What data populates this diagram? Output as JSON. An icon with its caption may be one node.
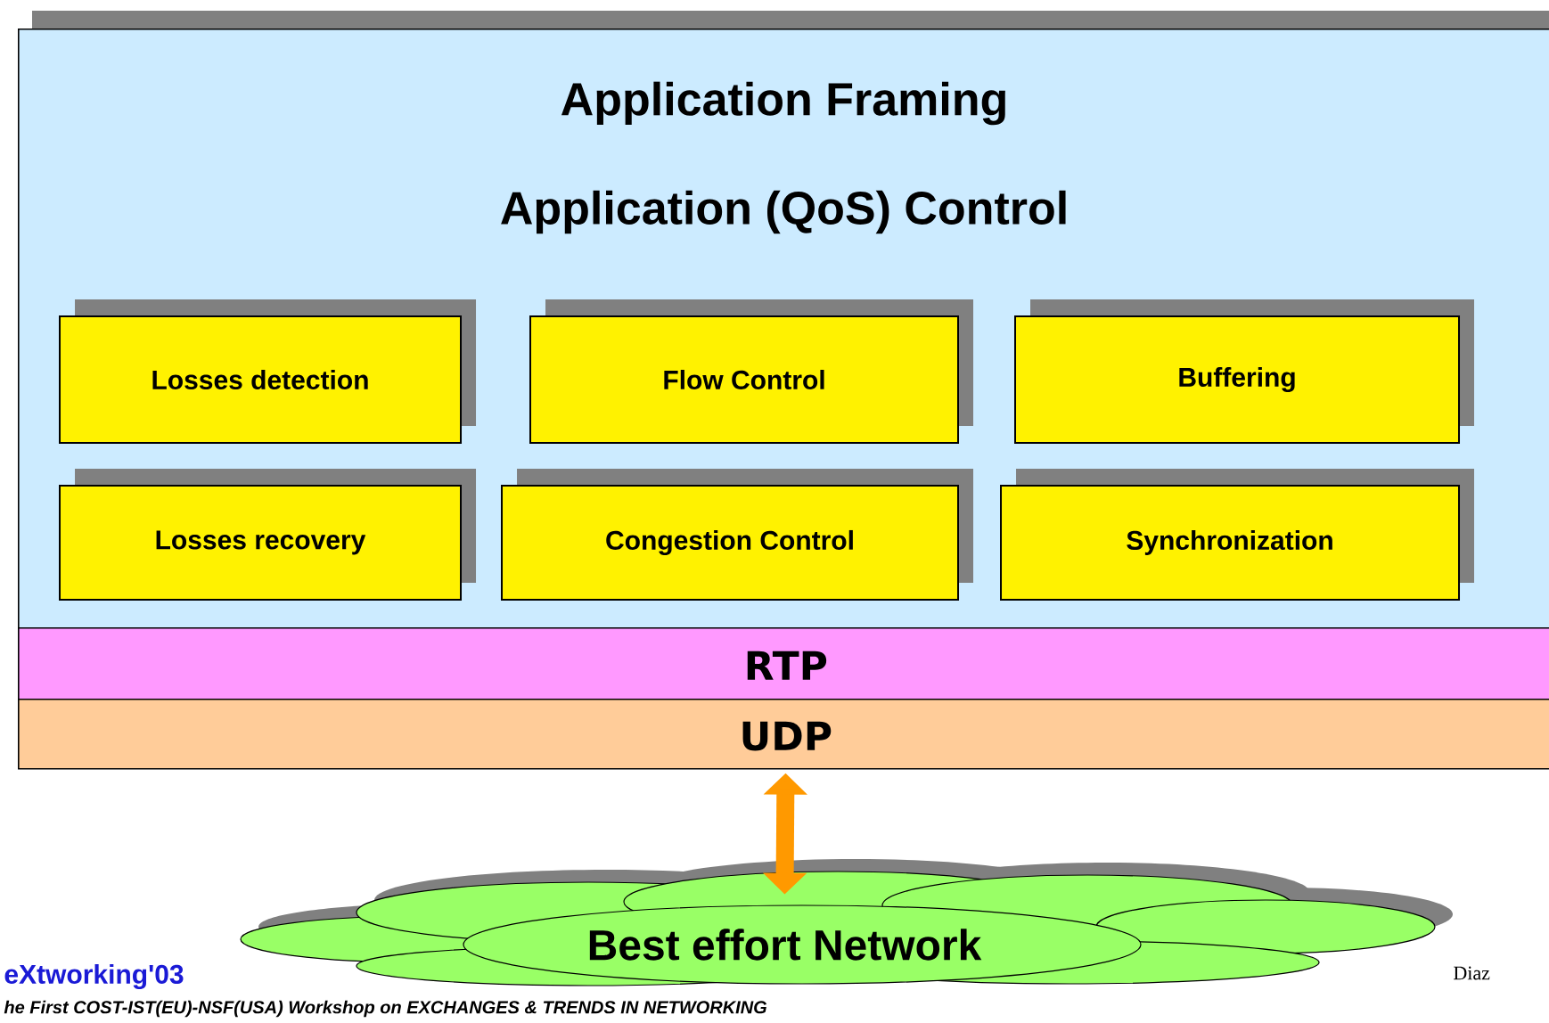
{
  "diagram": {
    "nodes": [
      {
        "text": [
          "Application Framing",
          "Application (QoS) Control"
        ]
      },
      {
        "text": [
          "Losses detection"
        ],
        "in": 0
      },
      {
        "text": [
          "Flow Control"
        ],
        "in": 0
      },
      {
        "text": [
          "Buffering"
        ],
        "in": 0
      },
      {
        "text": [
          "Losses recovery"
        ],
        "in": 0
      },
      {
        "text": [
          "Congestion Control"
        ],
        "in": 0
      },
      {
        "text": [
          "Synchronization"
        ],
        "in": 0
      },
      {
        "text": [
          "RTP"
        ]
      },
      {
        "text": [
          "UDP"
        ]
      },
      {
        "text": [
          "Best effort Network"
        ]
      }
    ],
    "edges": [
      {
        "from": 8,
        "to": 9,
        "arrow": "both",
        "color": "#ff9900"
      }
    ],
    "labels": [
      "eXtworking'03",
      "Diaz",
      "he First COST-IST(EU)-NSF(USA) Workshop on EXCHANGES & TRENDS IN NETWORKING"
    ]
  }
}
